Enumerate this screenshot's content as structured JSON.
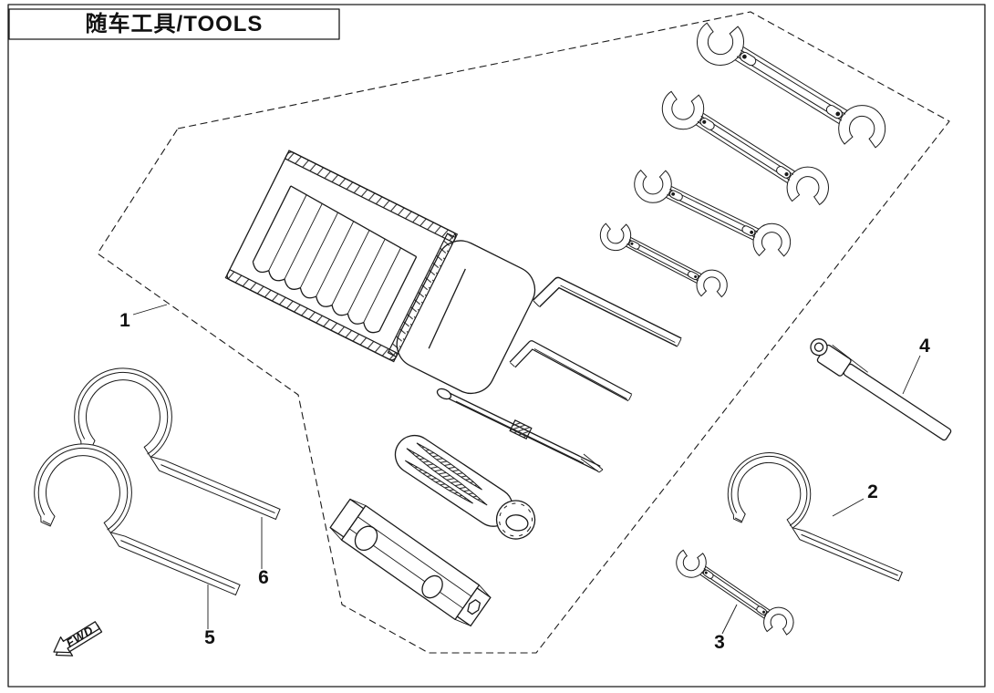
{
  "title": {
    "text": "随车工具/TOOLS"
  },
  "fwd_marker": {
    "label": "FWD"
  },
  "parts": [
    {
      "callout": "1",
      "item": "tool-pouch"
    },
    {
      "callout": "2",
      "item": "hook-spanner-large"
    },
    {
      "callout": "3",
      "item": "small-open-end-wrench"
    },
    {
      "callout": "4",
      "item": "spark-plug-tommy-bar"
    },
    {
      "callout": "5",
      "item": "hook-spanner"
    },
    {
      "callout": "6",
      "item": "hook-spanner"
    }
  ]
}
